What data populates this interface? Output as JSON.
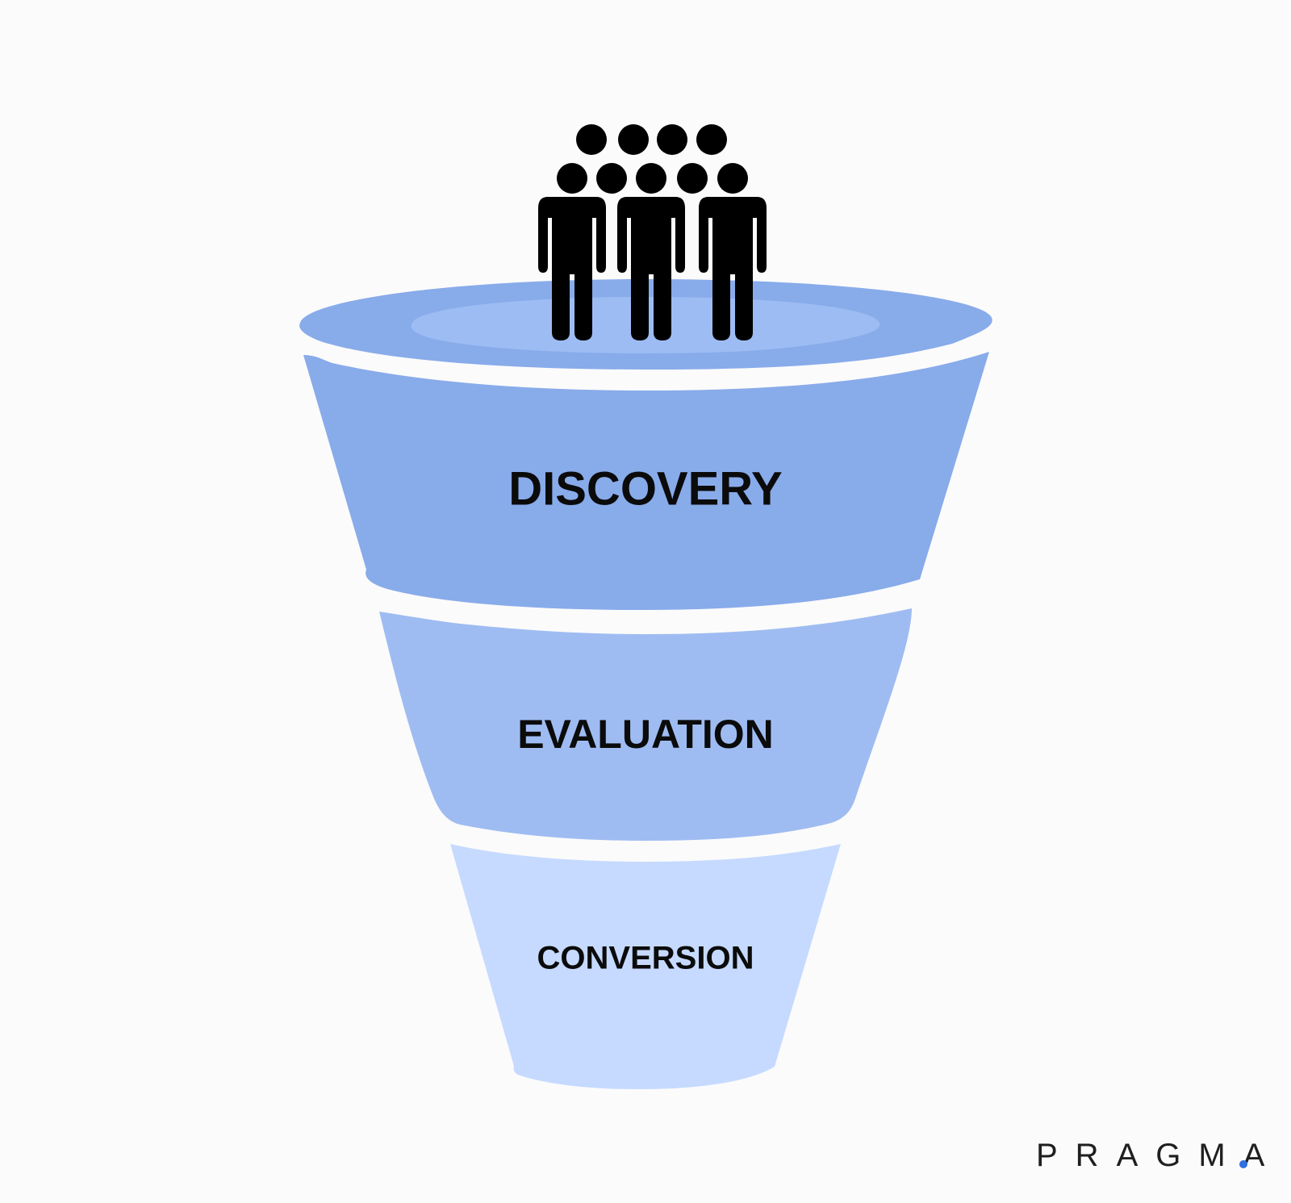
{
  "diagram": {
    "stages": [
      {
        "label": "DISCOVERY",
        "color": "#88abea"
      },
      {
        "label": "EVALUATION",
        "color": "#9fbcf2"
      },
      {
        "label": "CONVERSION",
        "color": "#c6daff"
      }
    ],
    "rim_inner_color": "#9dbcf3",
    "people_icon": "crowd-of-people-icon",
    "people_color": "#000000"
  },
  "brand": {
    "name": "PRAGMA",
    "dot_color": "#2f6fe0"
  }
}
